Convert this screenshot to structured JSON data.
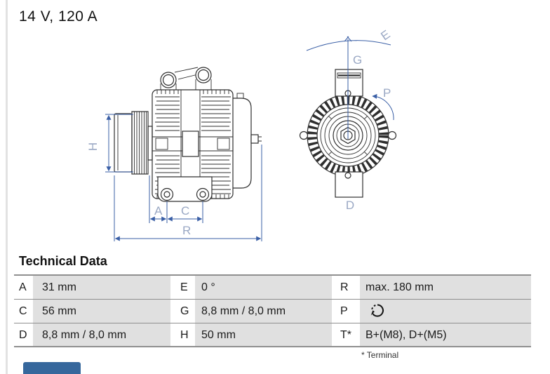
{
  "title": "14 V, 120 A",
  "diagram": {
    "side_view_labels": {
      "H": "H",
      "A": "A",
      "C": "C",
      "R": "R"
    },
    "front_view_labels": {
      "E": "E",
      "G": "G",
      "P": "P",
      "D": "D"
    }
  },
  "technical_data": {
    "heading": "Technical Data",
    "rows": [
      {
        "cells": [
          {
            "key": "A",
            "value": "31 mm"
          },
          {
            "key": "E",
            "value": "0 °"
          },
          {
            "key": "R",
            "value": "max. 180 mm"
          }
        ]
      },
      {
        "cells": [
          {
            "key": "C",
            "value": "56 mm"
          },
          {
            "key": "G",
            "value": "8,8 mm / 8,0 mm"
          },
          {
            "key": "P",
            "value": "",
            "icon": "rotation-direction"
          }
        ]
      },
      {
        "cells": [
          {
            "key": "D",
            "value": "8,8 mm / 8,0 mm"
          },
          {
            "key": "H",
            "value": "50 mm"
          },
          {
            "key": "T*",
            "value": "B+(M8), D+(M5)"
          }
        ]
      }
    ],
    "footnote": "* Terminal"
  },
  "colors": {
    "dimension_line_blue": "#3a5fa6",
    "dimension_label_blue": "#9aa8c4",
    "drawing_line": "#2e2e2e",
    "table_stripe_gray": "#e0e0e0",
    "table_border_gray": "#8f8f8f",
    "cropped_button_blue": "#36679c"
  }
}
